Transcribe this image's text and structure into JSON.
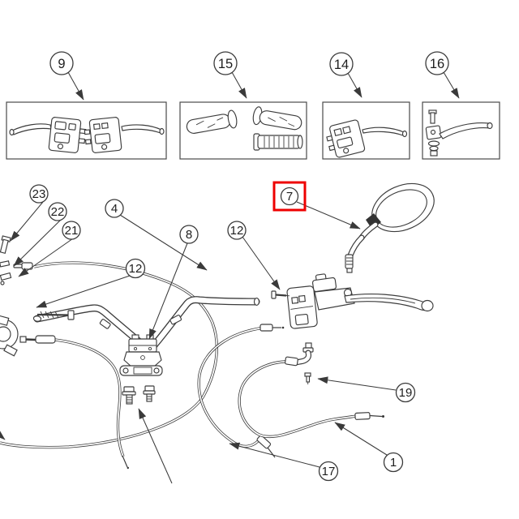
{
  "colors": {
    "highlight": "#ee0000",
    "line": "#3c3c3c",
    "background": "#ffffff"
  },
  "highlighted_callout": "7",
  "callouts": {
    "n9": "9",
    "n15": "15",
    "n14": "14",
    "n16": "16",
    "n7": "7",
    "n23": "23",
    "n22": "22",
    "n21": "21",
    "n4": "4",
    "n12_left": "12",
    "n8": "8",
    "n12_right": "12",
    "n19": "19",
    "n17": "17",
    "n1": "1"
  }
}
